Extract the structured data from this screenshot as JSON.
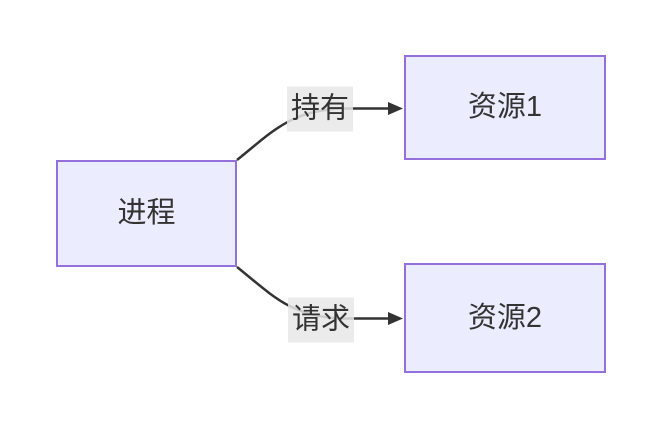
{
  "diagram": {
    "type": "flowchart",
    "direction": "LR",
    "background_color": "#ffffff",
    "colors": {
      "node_fill": "#ECECFF",
      "node_border": "#9370DB",
      "edge_stroke": "#333333",
      "text": "#333333",
      "edge_label_background": "#e8e8e8"
    },
    "nodes": [
      {
        "id": "process",
        "label": "进程"
      },
      {
        "id": "resource1",
        "label": "资源1"
      },
      {
        "id": "resource2",
        "label": "资源2"
      }
    ],
    "edges": [
      {
        "from": "process",
        "to": "resource1",
        "label": "持有"
      },
      {
        "from": "process",
        "to": "resource2",
        "label": "请求"
      }
    ]
  }
}
